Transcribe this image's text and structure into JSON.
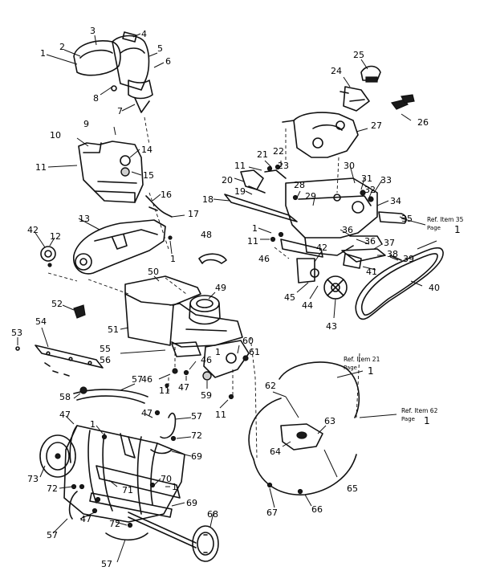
{
  "callouts": {
    "c1a": "1",
    "c2": "2",
    "c3": "3",
    "c4": "4",
    "c5": "5",
    "c6": "6",
    "c7": "7",
    "c8": "8",
    "c9": "9",
    "c10": "10",
    "c11a": "11",
    "c14": "14",
    "c15": "15",
    "c16": "16",
    "c17": "17",
    "c13": "13",
    "c42a": "42",
    "c12": "12",
    "c1b": "1",
    "c48": "48",
    "c50": "50",
    "c49": "49",
    "c52": "52",
    "c51": "51",
    "c53": "53",
    "c54": "54",
    "c55": "55",
    "c56": "56",
    "c60": "60",
    "c61": "61",
    "c1c": "1",
    "c46a": "46",
    "c46b": "46",
    "c47a": "47",
    "c59": "59",
    "c11b": "11",
    "c11c": "11",
    "c57a": "57",
    "c58": "58",
    "c47b": "47",
    "c47c": "47",
    "c57b": "57",
    "c1d": "1",
    "c72a": "72",
    "c69a": "69",
    "c73": "73",
    "c72b": "72",
    "c71": "71",
    "c70": "70",
    "c1e": "1",
    "c47d": "47",
    "c69b": "69",
    "c57c": "57",
    "c72c": "72",
    "c68": "68",
    "c57d": "57",
    "c25": "25",
    "c24": "24",
    "c26": "26",
    "c27": "27",
    "c21": "21",
    "c22": "22",
    "c11d": "11",
    "c23": "23",
    "c20": "20",
    "c19": "19",
    "c28": "28",
    "c29": "29",
    "c30": "30",
    "c31": "31",
    "c33": "33",
    "c32": "32",
    "c34": "34",
    "c18": "18",
    "c35": "35",
    "c1f": "1",
    "c11e": "11",
    "c36a": "36",
    "c42b": "42",
    "c36b": "36",
    "c37": "37",
    "c46c": "46",
    "c38": "38",
    "c39": "39",
    "c41": "41",
    "c40": "40",
    "c45": "45",
    "c44": "44",
    "c43": "43",
    "c62": "62",
    "c63": "63",
    "c64": "64",
    "c65": "65",
    "c66": "66",
    "c67": "67"
  },
  "refs": {
    "ref35": {
      "main": "Ref. Item 35",
      "page": "Page",
      "num": "1"
    },
    "ref21": {
      "main": "Ref. Item 21",
      "page": "Page",
      "num": "1"
    },
    "ref62": {
      "main": "Ref. Item 62",
      "page": "Page",
      "num": "1"
    }
  }
}
